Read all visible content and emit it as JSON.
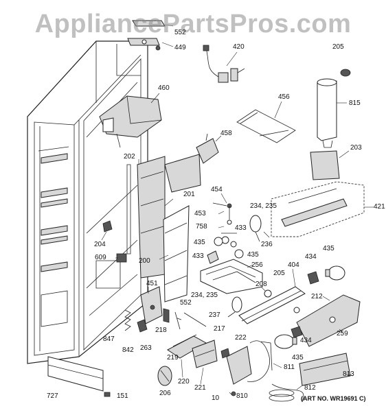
{
  "watermark": "AppliancePartsPros.com",
  "art_number": "(ART NO. WR19691 C)",
  "part_labels": {
    "p552a": "552",
    "p449": "449",
    "p420": "420",
    "p205a": "205",
    "p460": "460",
    "p456": "456",
    "p815": "815",
    "p458": "458",
    "p203": "203",
    "p202": "202",
    "p201": "201",
    "p454": "454",
    "p453": "453",
    "p234a": "234, 235",
    "p421": "421",
    "p758": "758",
    "p433a": "433",
    "p236": "236",
    "p204": "204",
    "p435a": "435",
    "p435b": "435",
    "p435c": "435",
    "p609": "609",
    "p433b": "433",
    "p200": "200",
    "p256": "256",
    "p404": "404",
    "p434a": "434",
    "p205b": "205",
    "p208": "208",
    "p451": "451",
    "p234b": "234, 235",
    "p212": "212",
    "p552b": "552",
    "p237": "237",
    "p218": "218",
    "p217": "217",
    "p259": "259",
    "p847": "847",
    "p842": "842",
    "p263": "263",
    "p222": "222",
    "p434b": "434",
    "p219": "219",
    "p435d": "435",
    "p811": "811",
    "p220": "220",
    "p813": "813",
    "p221": "221",
    "p727": "727",
    "p206": "206",
    "p812": "812",
    "p151": "151",
    "p10": "10",
    "p810": "810"
  }
}
